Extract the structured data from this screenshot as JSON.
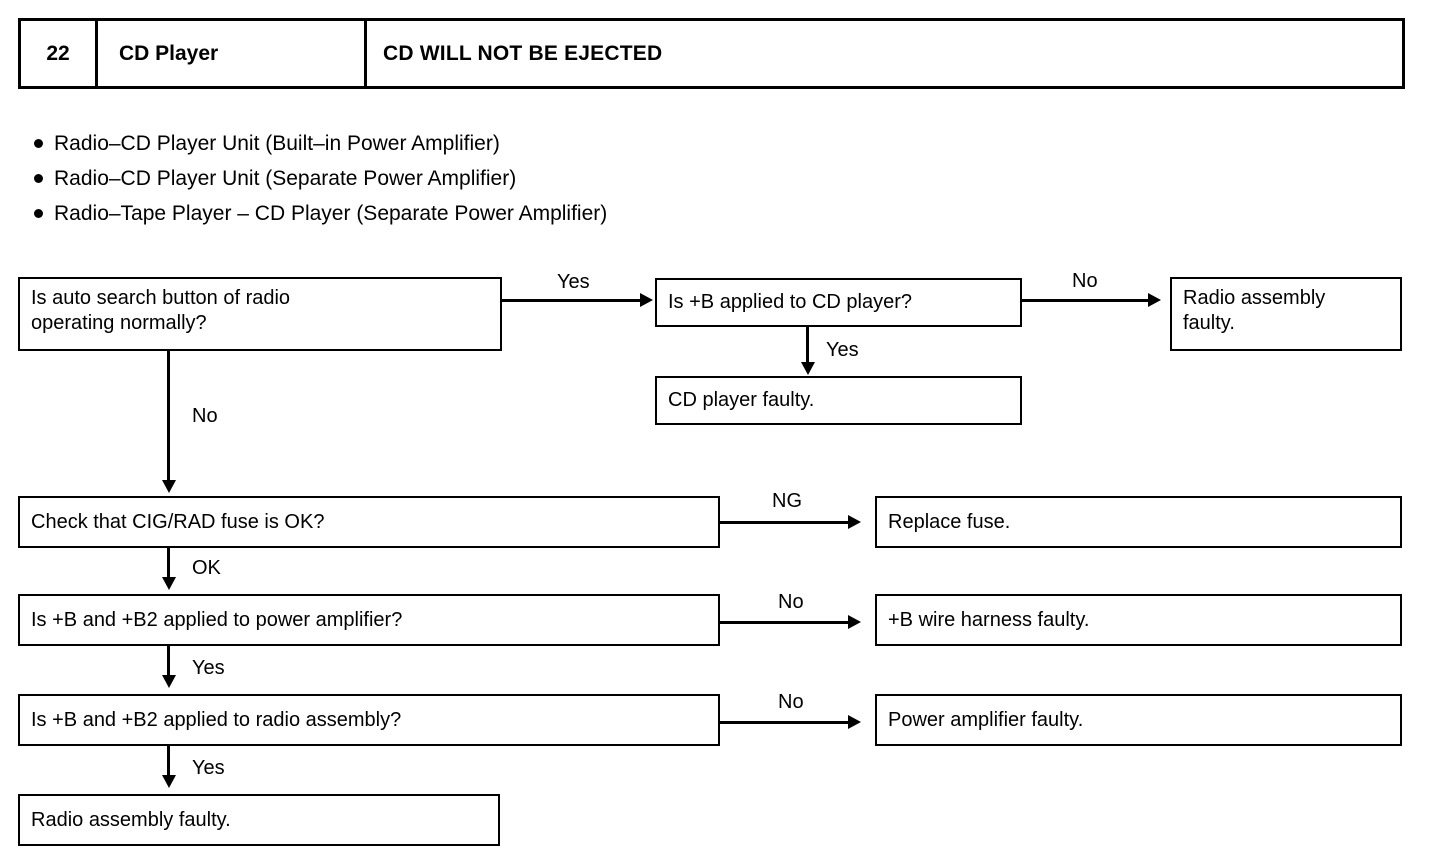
{
  "header": {
    "number": "22",
    "system": "CD Player",
    "symptom": "CD WILL NOT BE EJECTED"
  },
  "applicable_units": [
    "Radio–CD Player Unit (Built–in Power Amplifier)",
    "Radio–CD Player Unit (Separate Power Amplifier)",
    "Radio–Tape Player – CD Player (Separate Power Amplifier)"
  ],
  "flowchart": {
    "nodes": {
      "q_auto_search": "Is auto search button of radio\noperating normally?",
      "q_auto_search_l1": "Is auto search button of radio",
      "q_auto_search_l2": "operating normally?",
      "q_b_cd": "Is +B applied to CD player?",
      "r_radio_faulty_top_l1": "Radio assembly",
      "r_radio_faulty_top_l2": "faulty.",
      "r_cd_faulty": "CD player faulty.",
      "q_fuse": "Check that CIG/RAD fuse is OK?",
      "r_replace_fuse": "Replace fuse.",
      "q_b_amp": "Is +B and +B2 applied to power amplifier?",
      "r_harness_faulty": "+B wire harness faulty.",
      "q_b_radio": "Is +B and +B2 applied to radio assembly?",
      "r_power_amp_faulty": "Power amplifier faulty.",
      "r_radio_faulty_bottom": "Radio assembly faulty."
    },
    "edge_labels": {
      "auto_search_yes": "Yes",
      "auto_search_no": "No",
      "b_cd_no": "No",
      "b_cd_yes": "Yes",
      "fuse_ng": "NG",
      "fuse_ok": "OK",
      "b_amp_no": "No",
      "b_amp_yes": "Yes",
      "b_radio_no": "No",
      "b_radio_yes": "Yes"
    }
  },
  "colors": {
    "ink": "#000000",
    "paper": "#ffffff"
  }
}
